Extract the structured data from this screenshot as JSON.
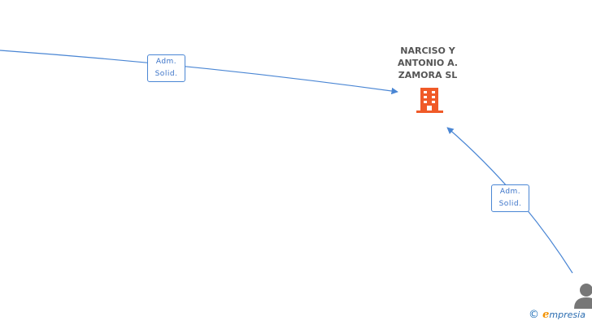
{
  "company": {
    "name_lines": [
      "NARCISO Y",
      "ANTONIO A.",
      "ZAMORA SL"
    ],
    "icon": "building-icon",
    "icon_color": "#f05a28"
  },
  "edges": [
    {
      "relation_lines": [
        "Adm.",
        "Solid."
      ]
    },
    {
      "relation_lines": [
        "Adm.",
        "Solid."
      ]
    }
  ],
  "person": {
    "icon": "person-icon",
    "icon_color": "#777777"
  },
  "watermark": {
    "copyright": "©",
    "brand_first": "e",
    "brand_rest": "mpresia"
  },
  "colors": {
    "edge": "#4a86d4",
    "label_text": "#3b73c8",
    "node_text": "#555555"
  }
}
